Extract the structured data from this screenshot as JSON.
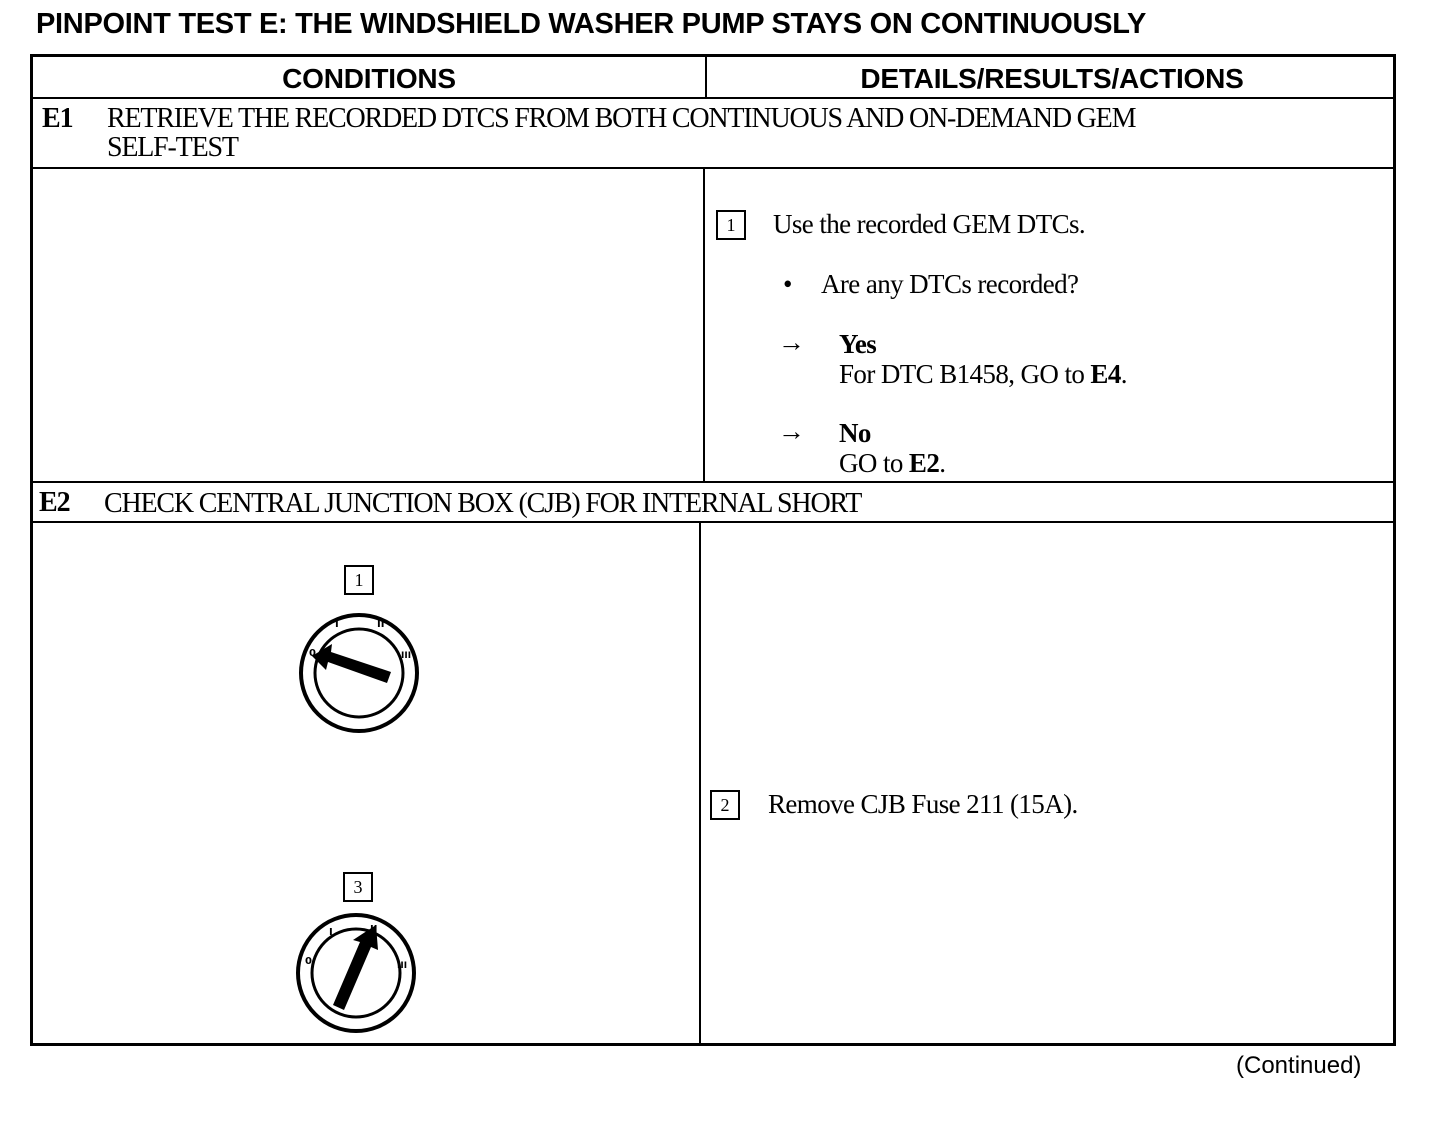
{
  "title": "PINPOINT TEST E: THE WINDSHIELD WASHER PUMP STAYS ON CONTINUOUSLY",
  "headers": {
    "conditions": "CONDITIONS",
    "details": "DETAILS/RESULTS/ACTIONS"
  },
  "e1": {
    "id": "E1",
    "title_line1": "RETRIEVE THE RECORDED DTCS FROM BOTH CONTINUOUS AND ON-DEMAND GEM",
    "title_line2": "SELF-TEST",
    "step1_num": "1",
    "step1_text": "Use the recorded GEM DTCs.",
    "bullet": "•",
    "question": "Are any DTCs recorded?",
    "arrow": "→",
    "yes_label": "Yes",
    "yes_action_prefix": "For DTC B1458, GO to ",
    "yes_action_target": "E4",
    "yes_action_suffix": ".",
    "no_label": "No",
    "no_action_prefix": "GO to ",
    "no_action_target": "E2",
    "no_action_suffix": "."
  },
  "e2": {
    "id": "E2",
    "title": "CHECK CENTRAL JUNCTION BOX (CJB) FOR INTERNAL SHORT",
    "dial1_num": "1",
    "dial3_num": "3",
    "dial_labels": [
      "0",
      "I",
      "II",
      "III"
    ],
    "step2_num": "2",
    "step2_text": "Remove CJB Fuse 211 (15A)."
  },
  "footer": {
    "continued": "(Continued)"
  }
}
